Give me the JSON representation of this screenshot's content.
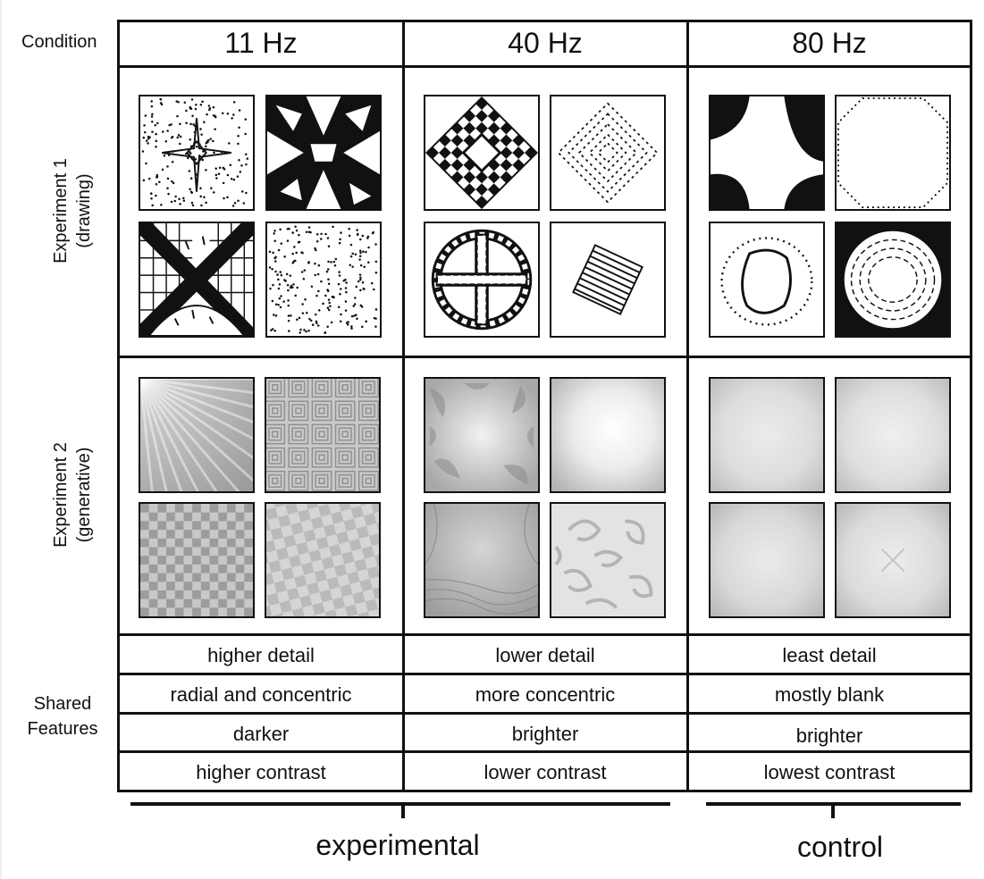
{
  "header": {
    "condition_label": "Condition",
    "conditions": [
      "11 Hz",
      "40 Hz",
      "80 Hz"
    ]
  },
  "rows": {
    "experiment1": {
      "line1": "Experiment 1",
      "line2": "(drawing)"
    },
    "experiment2": {
      "line1": "Experiment 2",
      "line2": "(generative)"
    }
  },
  "shared_features": {
    "label_line1": "Shared",
    "label_line2": "Features",
    "rows": [
      [
        "higher detail",
        "lower detail",
        "least detail"
      ],
      [
        "radial and concentric",
        "more concentric",
        "mostly blank"
      ],
      [
        "darker",
        "brighter",
        "brighter"
      ],
      [
        "higher contrast",
        "lower contrast",
        "lowest contrast"
      ]
    ]
  },
  "groups": {
    "experimental": "experimental",
    "control": "control"
  }
}
